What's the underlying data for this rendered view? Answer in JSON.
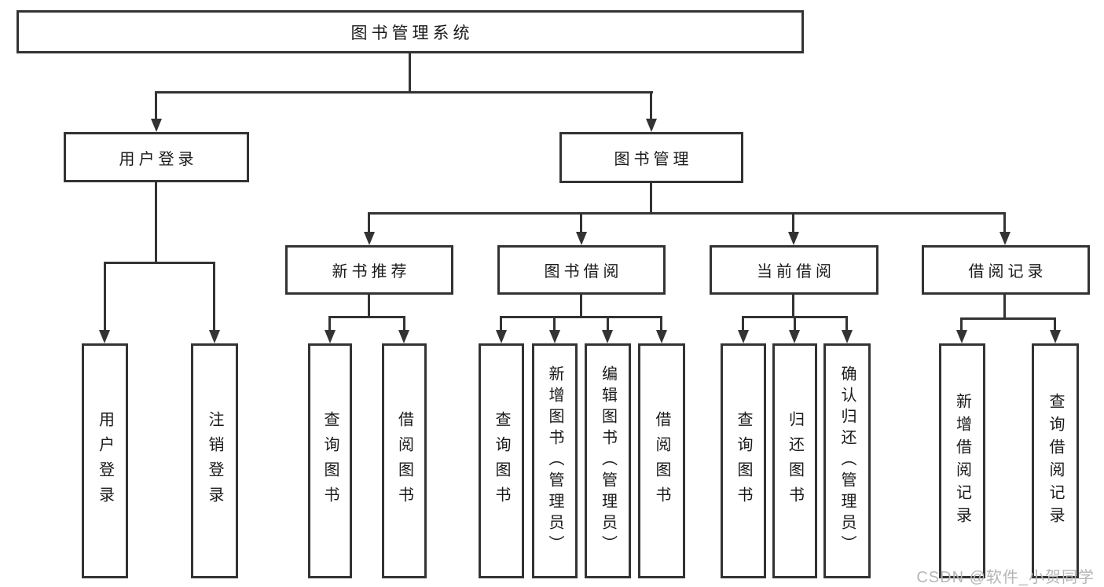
{
  "diagram_type": "hierarchy-tree",
  "colors": {
    "line": "#333333",
    "box_border": "#333333",
    "box_fill": "#ffffff",
    "text": "#1a1a1a",
    "watermark": "#b6b6b6",
    "background": "#ffffff"
  },
  "tree": {
    "label": "图书管理系统",
    "children": [
      {
        "label": "用户登录",
        "children": [
          {
            "label": "用户登录"
          },
          {
            "label": "注销登录"
          }
        ]
      },
      {
        "label": "图书管理",
        "children": [
          {
            "label": "新书推荐",
            "children": [
              {
                "label": "查询图书"
              },
              {
                "label": "借阅图书"
              }
            ]
          },
          {
            "label": "图书借阅",
            "children": [
              {
                "label": "查询图书"
              },
              {
                "label": "新增图书（管理员）"
              },
              {
                "label": "编辑图书（管理员）"
              },
              {
                "label": "借阅图书"
              }
            ]
          },
          {
            "label": "当前借阅",
            "children": [
              {
                "label": "查询图书"
              },
              {
                "label": "归还图书"
              },
              {
                "label": "确认归还（管理员）"
              }
            ]
          },
          {
            "label": "借阅记录",
            "children": [
              {
                "label": "新增借阅记录"
              },
              {
                "label": "查询借阅记录"
              }
            ]
          }
        ]
      }
    ]
  },
  "watermark": {
    "text": "CSDN @软件_小贺同学"
  }
}
